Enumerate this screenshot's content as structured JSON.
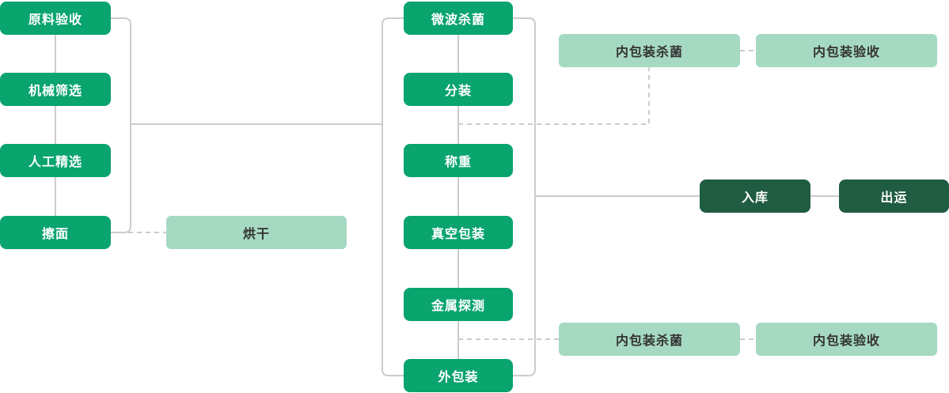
{
  "diagram": {
    "title": "production-process-flow",
    "colors": {
      "primary": "#0aa46e",
      "dark": "#1f5c42",
      "light": "#a6d9c2",
      "line": "#cccccc",
      "text_on_primary": "#ffffff",
      "text_on_light": "#333333"
    },
    "nodes": {
      "raw_material_acceptance": {
        "label": "原料验收"
      },
      "mechanical_screening": {
        "label": "机械筛选"
      },
      "manual_selection": {
        "label": "人工精选"
      },
      "surface_wiping": {
        "label": "擦面"
      },
      "drying": {
        "label": "烘干"
      },
      "microwave_sterilization": {
        "label": "微波杀菌"
      },
      "dispensing": {
        "label": "分装"
      },
      "weighing": {
        "label": "称重"
      },
      "vacuum_packaging": {
        "label": "真空包装"
      },
      "metal_detection": {
        "label": "金属探测"
      },
      "outer_packaging": {
        "label": "外包装"
      },
      "inner_pack_sterilization_top": {
        "label": "内包装杀菌"
      },
      "inner_pack_acceptance_top": {
        "label": "内包装验收"
      },
      "inner_pack_sterilization_bottom": {
        "label": "内包装杀菌"
      },
      "inner_pack_acceptance_bottom": {
        "label": "内包装验收"
      },
      "warehousing": {
        "label": "入库"
      },
      "shipping": {
        "label": "出运"
      }
    }
  }
}
